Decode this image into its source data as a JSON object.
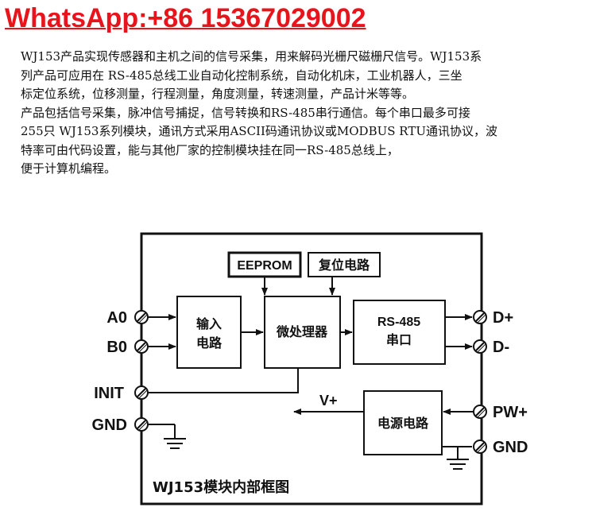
{
  "header": {
    "contact": "WhatsApp:+86 15367029002"
  },
  "description": {
    "lines": [
      "WJ153产品实现传感器和主机之间的信号采集，用来解码光栅尺磁栅尺信号。WJ153系",
      "列产品可应用在 RS-485总线工业自动化控制系统，自动化机床，工业机器人，三坐",
      "标定位系统，位移测量，行程测量，角度测量，转速测量，产品计米等等。",
      "产品包括信号采集，脉冲信号捕捉，信号转换和RS-485串行通信。每个串口最多可接",
      "255只 WJ153系列模块，通讯方式采用ASCII码通讯协议或MODBUS RTU通讯协议，波",
      "特率可由代码设置，能与其他厂家的控制模块挂在同一RS-485总线上，",
      "便于计算机编程。"
    ]
  },
  "diagram": {
    "caption": "WJ153模块内部框图",
    "terminals": {
      "a0": "A0",
      "b0": "B0",
      "init": "INIT",
      "gnd_left": "GND",
      "d_plus": "D+",
      "d_minus": "D-",
      "pw_plus": "PW+",
      "gnd_right": "GND"
    },
    "blocks": {
      "eeprom": "EEPROM",
      "reset": "复位电路",
      "input_line1": "输入",
      "input_line2": "电路",
      "mcu": "微处理器",
      "rs485_line1": "RS-485",
      "rs485_line2": "串口",
      "power": "电源电路"
    },
    "power_output": "V+"
  }
}
